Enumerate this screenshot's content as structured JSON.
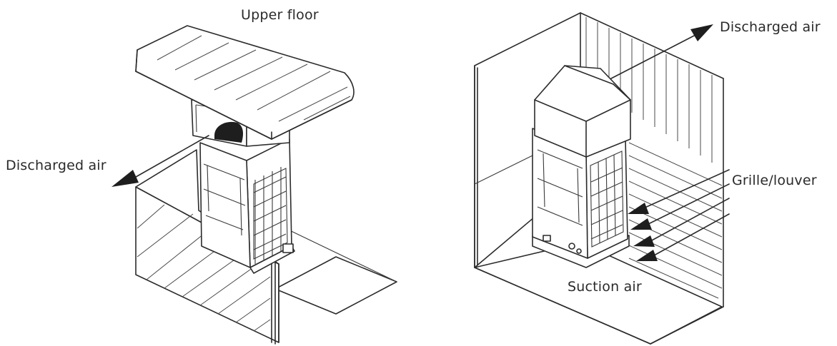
{
  "labels": {
    "upper_floor": "Upper floor",
    "discharged_air_left": "Discharged air",
    "discharged_air_right": "Discharged air",
    "grille_louver": "Grille/louver",
    "suction_air": "Suction air"
  },
  "colors": {
    "line": "#2b2b2b",
    "text": "#2a2a2a",
    "background": "#ffffff"
  }
}
